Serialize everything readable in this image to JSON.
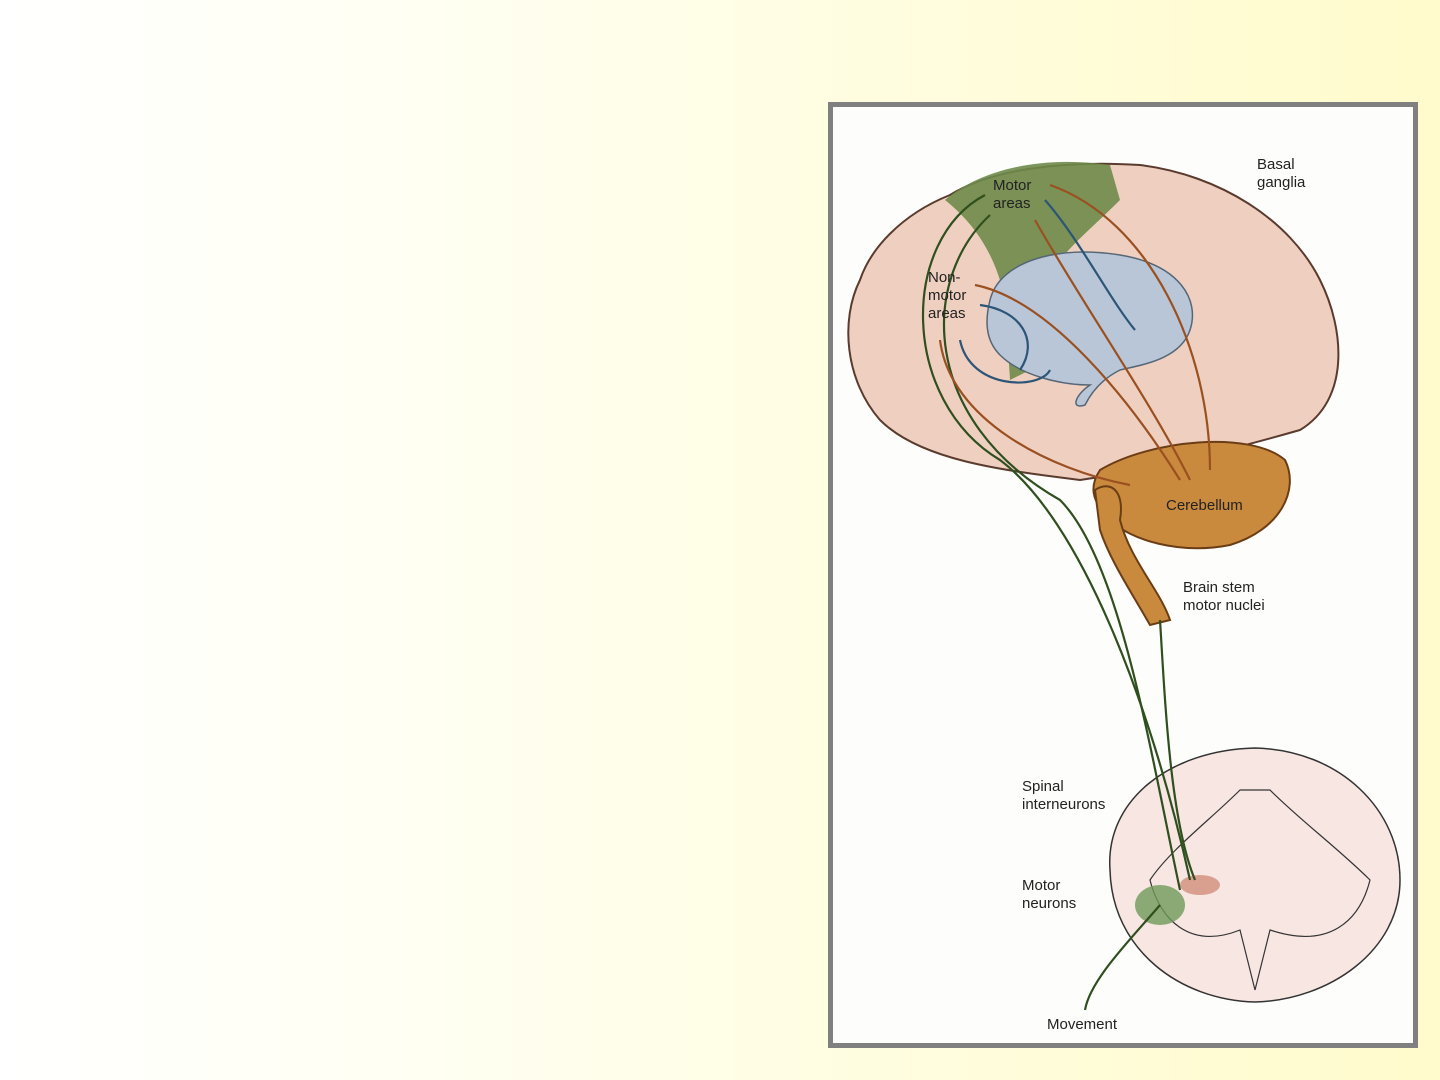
{
  "figure": {
    "labels": {
      "motor_areas": [
        "Motor",
        "areas"
      ],
      "basal_ganglia": [
        "Basal",
        "ganglia"
      ],
      "non_motor_areas": [
        "Non-",
        "motor",
        "areas"
      ],
      "cerebellum": "Cerebellum",
      "brain_stem": [
        "Brain stem",
        "motor nuclei"
      ],
      "spinal_interneurons": [
        "Spinal",
        "interneurons"
      ],
      "motor_neurons": [
        "Motor",
        "neurons"
      ],
      "movement": "Movement"
    },
    "colors": {
      "motor_pathway": "#2f4f1f",
      "cerebellar_pathway": "#9a5020",
      "basal_ganglia_pathway": "#2c5577",
      "brain": "#efd0c0",
      "cerebellum": "#c98a3e",
      "basal_ganglia": "#b9c6d8",
      "motor_area": "#6e8a4a"
    }
  }
}
